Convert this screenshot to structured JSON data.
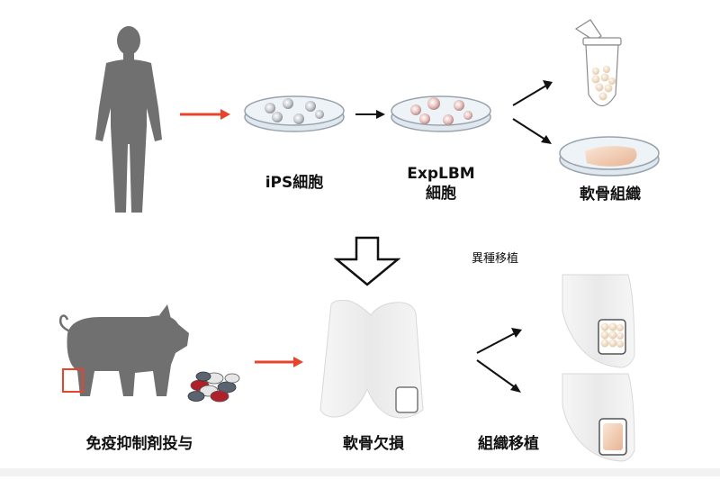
{
  "labels": {
    "ips_cells": "iPS細胞",
    "explbm_line1": "ExpLBM",
    "explbm_line2": "細胞",
    "cartilage_tissue": "軟骨組織",
    "xenotransplant": "異種移植",
    "immunosuppressant": "免疫抑制剤投与",
    "cartilage_defect": "軟骨欠損",
    "tissue_transplant": "組織移植"
  },
  "colors": {
    "figure_gray": "#707070",
    "arrow_red": "#e8432d",
    "arrow_black": "#111111",
    "dish_rim": "#9aa3ad",
    "dish_fill": "#eef3f7",
    "bone": "#eeeeee",
    "tissue_peach": "#f3d2bd",
    "pill_red": "#b0202a"
  }
}
